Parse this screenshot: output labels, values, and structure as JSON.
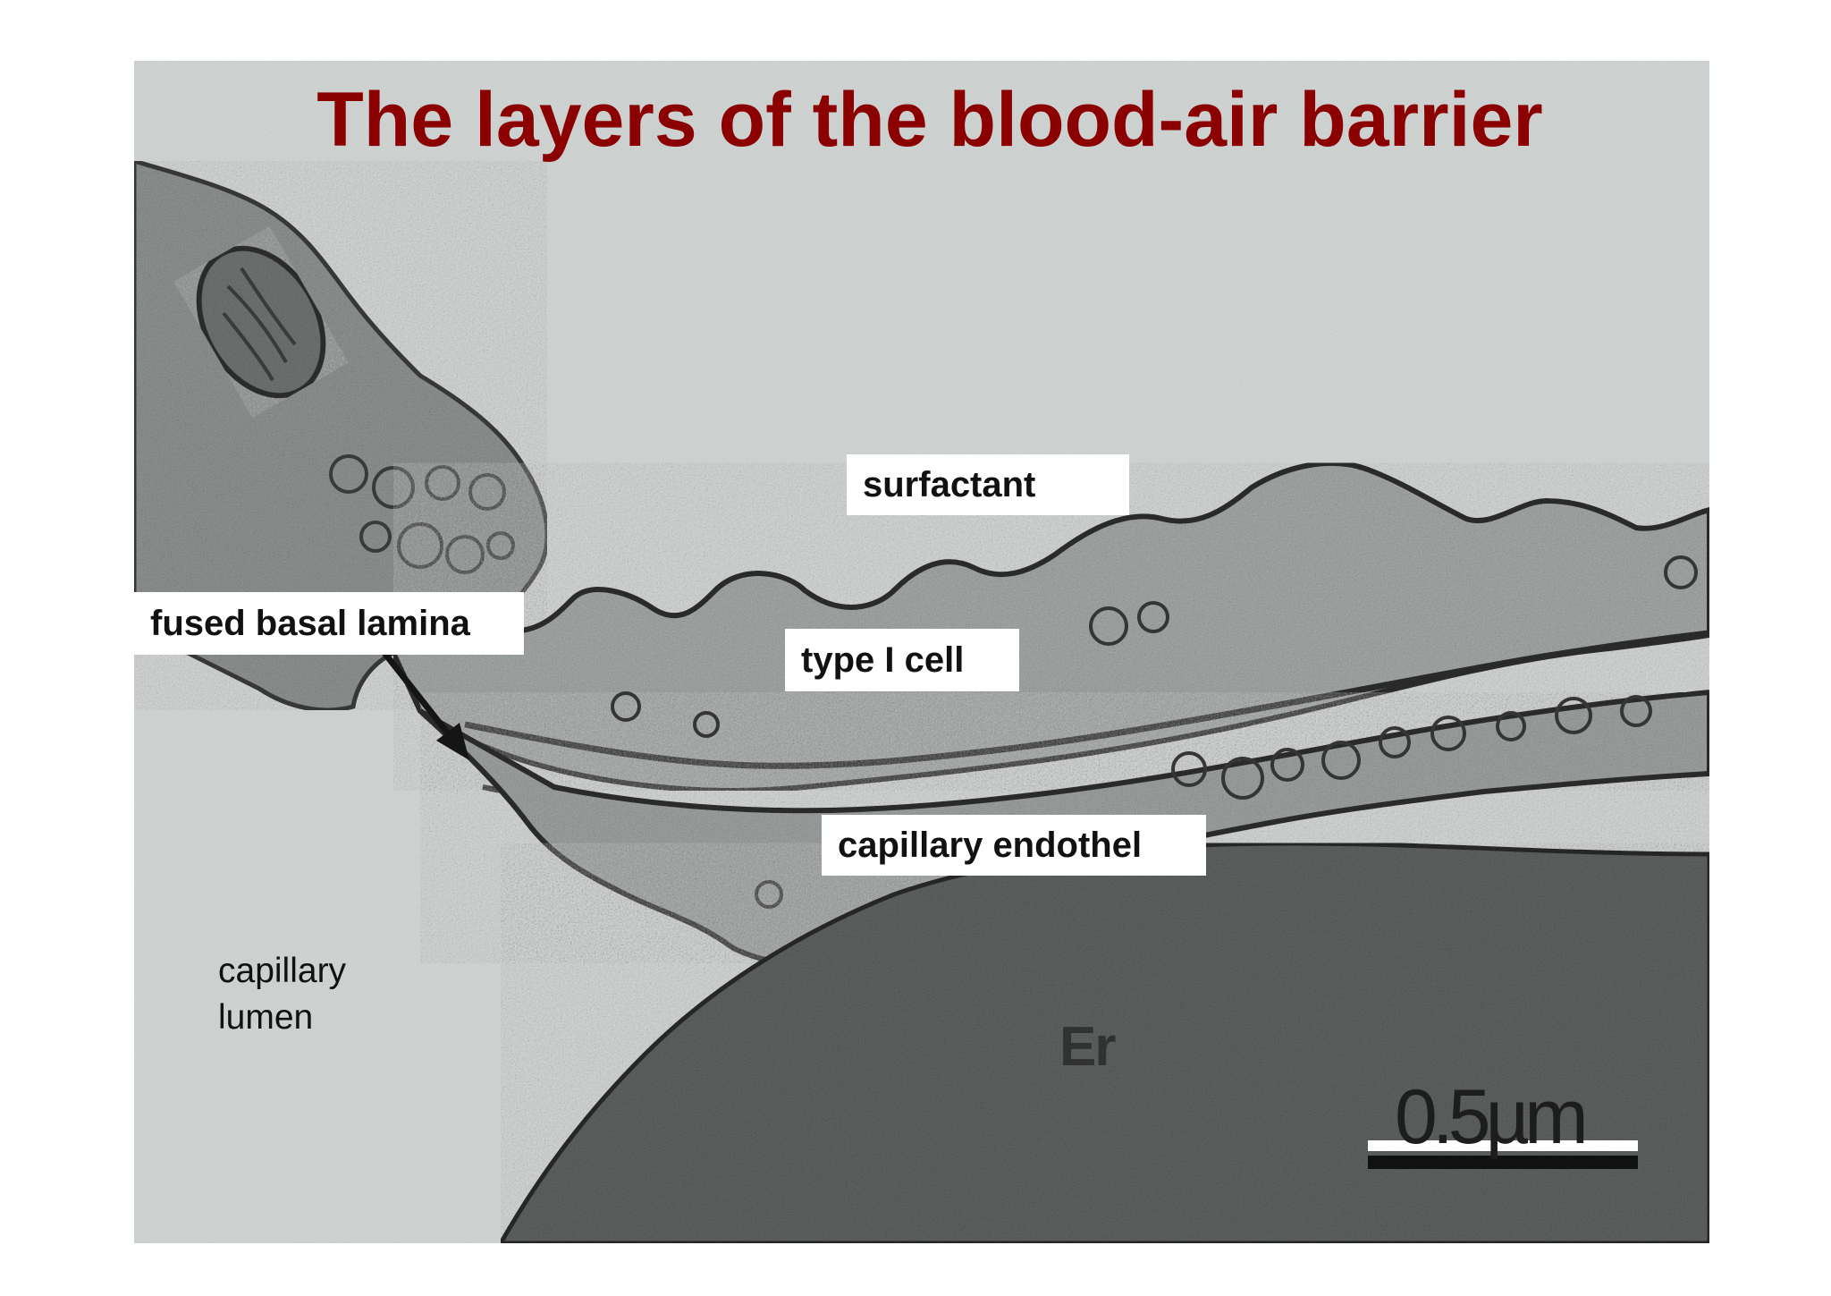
{
  "slide": {
    "title": "The layers of the blood-air barrier",
    "title_color": "#8b0000"
  },
  "labels": {
    "surfactant": "surfactant",
    "fused_basal_lamina": "fused basal lamina",
    "type_i_cell": "type I cell",
    "capillary_endothel": "capillary endothel",
    "capillary_lumen_line1": "capillary",
    "capillary_lumen_line2": "lumen"
  },
  "micrograph": {
    "erythrocyte_label": "Er",
    "scale_bar_label": "0.5µm"
  }
}
